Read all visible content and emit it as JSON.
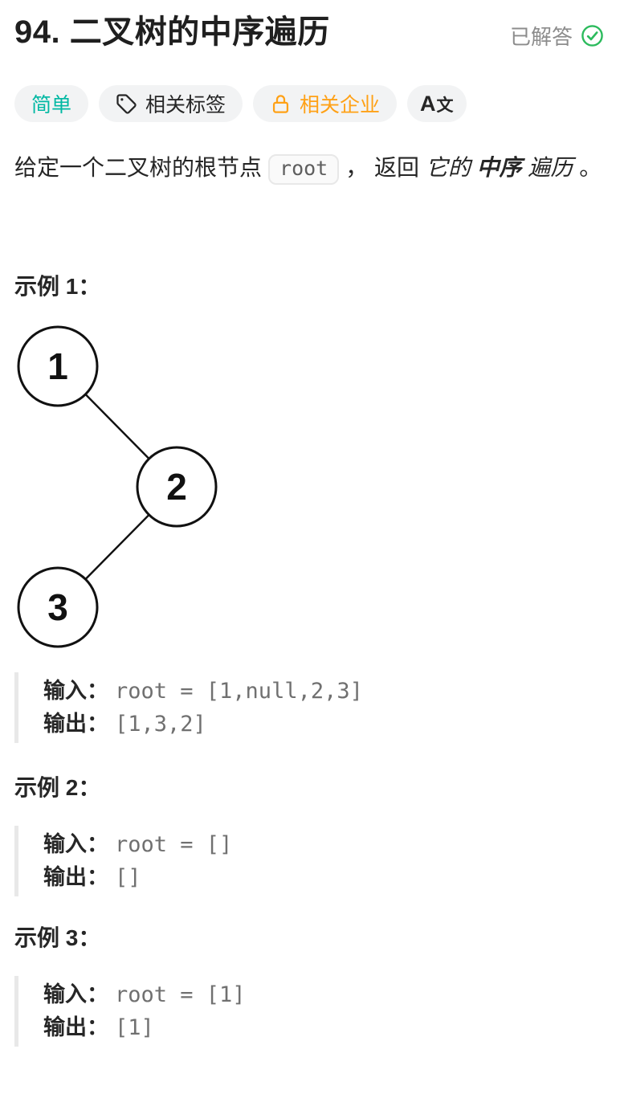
{
  "header": {
    "title": "94. 二叉树的中序遍历",
    "solved": {
      "label": "已解答",
      "icon": "check-circle-icon",
      "check_color": "#2cbb5d",
      "text_color": "#8c8c8c"
    }
  },
  "tags": {
    "difficulty": {
      "label": "简单",
      "color": "#00b8a3"
    },
    "related_tags": {
      "label": "相关标签",
      "icon": "tag-icon"
    },
    "related_companies": {
      "label": "相关企业",
      "icon": "lock-icon",
      "color": "#ffa116"
    },
    "translate": {
      "label_a": "A",
      "label_wen": "文",
      "icon": "translate-icon"
    }
  },
  "description": {
    "prefix": "给定一个二叉树的根节点",
    "inline_code": "root",
    "comma": "，",
    "mid": "返回",
    "italic_1": "它的",
    "bold_italic": "中序",
    "italic_2": "遍历",
    "period": "。"
  },
  "tree": {
    "nodes": [
      {
        "label": "1"
      },
      {
        "label": "2"
      },
      {
        "label": "3"
      }
    ],
    "edges": [
      "1-2",
      "2-3"
    ]
  },
  "examples": [
    {
      "heading": "示例 1：",
      "input_label": "输入：",
      "input_value": "root = [1,null,2,3]",
      "output_label": "输出：",
      "output_value": "[1,3,2]"
    },
    {
      "heading": "示例 2：",
      "input_label": "输入：",
      "input_value": "root = []",
      "output_label": "输出：",
      "output_value": "[]"
    },
    {
      "heading": "示例 3：",
      "input_label": "输入：",
      "input_value": "root = [1]",
      "output_label": "输出：",
      "output_value": "[1]"
    }
  ]
}
